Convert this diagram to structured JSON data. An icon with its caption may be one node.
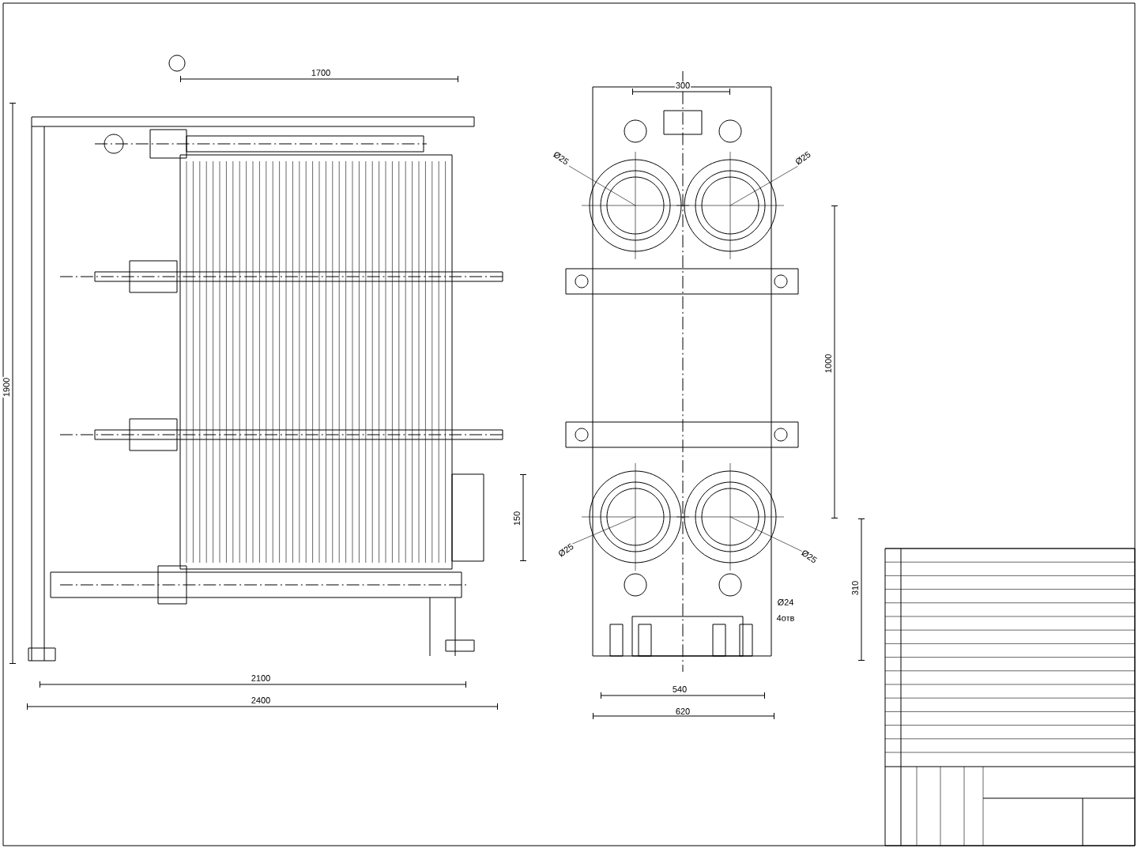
{
  "diagram": {
    "labels": [
      "1700",
      "1900",
      "150",
      "2100",
      "2400",
      "300",
      "Ø25",
      "Ø25",
      "1000",
      "Ø25",
      "Ø25",
      "310",
      "Ø24",
      "4отв",
      "540",
      "620"
    ]
  }
}
